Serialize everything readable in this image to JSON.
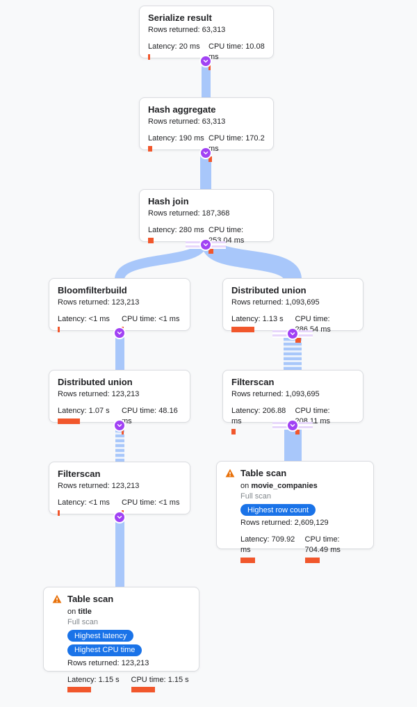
{
  "colors": {
    "background": "#f8f9fa",
    "card_bg": "#ffffff",
    "card_border": "#dadce0",
    "edge_blue": "#a8c7fa",
    "edge_stripe_gap": "#eaf1fc",
    "connector_purple": "#a142f4",
    "connector_flank": "#e7d7fb",
    "metric_bar_orange": "#f1572c",
    "badge_blue": "#1a73e8",
    "warning_orange": "#e8710a",
    "title_text": "#202124",
    "body_text": "#3c4043",
    "muted_text": "#80868b"
  },
  "labels": {
    "rows_prefix": "Rows returned:",
    "latency_prefix": "Latency:",
    "cpu_prefix": "CPU time:",
    "on_prefix": "on"
  },
  "nodes": [
    {
      "title": "Serialize result",
      "rows": "63,313",
      "latency": "20 ms",
      "latency_ms": 20,
      "cpu": "10.08 ms",
      "cpu_ms": 10.08
    },
    {
      "title": "Hash aggregate",
      "rows": "63,313",
      "latency": "190 ms",
      "latency_ms": 190,
      "cpu": "170.2 ms",
      "cpu_ms": 170.2
    },
    {
      "title": "Hash join",
      "rows": "187,368",
      "latency": "280 ms",
      "latency_ms": 280,
      "cpu": "253.04 ms",
      "cpu_ms": 253.04
    },
    {
      "title": "Bloomfilterbuild",
      "rows": "123,213",
      "latency": "<1 ms",
      "latency_ms": 0.5,
      "cpu": "<1 ms",
      "cpu_ms": 0.5
    },
    {
      "title": "Distributed union",
      "rows": "1,093,695",
      "latency": "1.13 s",
      "latency_ms": 1130,
      "cpu": "286.54 ms",
      "cpu_ms": 286.54
    },
    {
      "title": "Distributed union",
      "rows": "123,213",
      "latency": "1.07 s",
      "latency_ms": 1070,
      "cpu": "48.16 ms",
      "cpu_ms": 48.16
    },
    {
      "title": "Filterscan",
      "rows": "1,093,695",
      "latency": "206.88 ms",
      "latency_ms": 206.88,
      "cpu": "208.11 ms",
      "cpu_ms": 208.11
    },
    {
      "title": "Filterscan",
      "rows": "123,213",
      "latency": "<1 ms",
      "latency_ms": 0.5,
      "cpu": "<1 ms",
      "cpu_ms": 0.5
    },
    {
      "title": "Table scan",
      "table": "movie_companies",
      "scan": "Full scan",
      "badges": [
        "Highest row count"
      ],
      "rows": "2,609,129",
      "latency": "709.92 ms",
      "latency_ms": 709.92,
      "cpu": "704.49 ms",
      "cpu_ms": 704.49,
      "warning": true
    },
    {
      "title": "Table scan",
      "table": "title",
      "scan": "Full scan",
      "badges": [
        "Highest latency",
        "Highest CPU time"
      ],
      "rows": "123,213",
      "latency": "1.15 s",
      "latency_ms": 1150,
      "cpu": "1.15 s",
      "cpu_ms": 1150,
      "warning": true
    }
  ]
}
